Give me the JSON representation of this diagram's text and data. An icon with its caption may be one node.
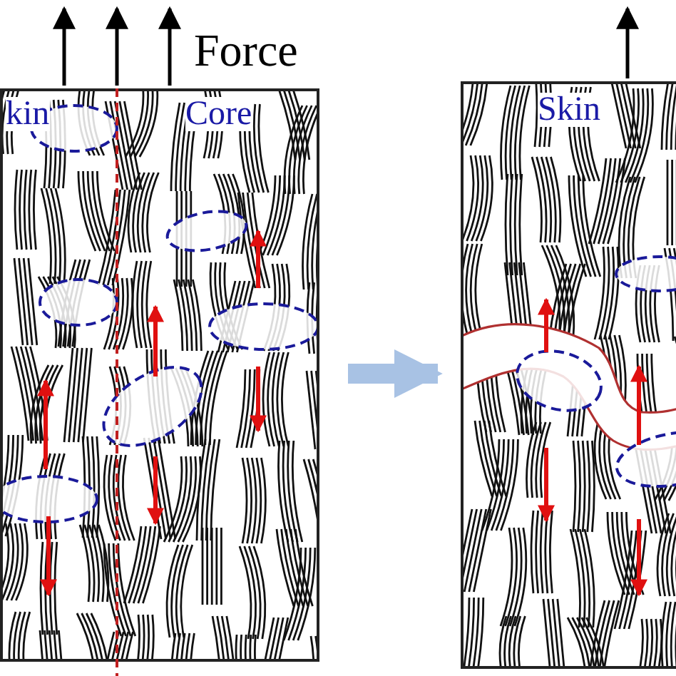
{
  "diagram": {
    "nodes": [
      {
        "text": [
          "kin",
          "Core"
        ]
      },
      {
        "text": [
          "Skin"
        ]
      }
    ],
    "edges": [
      {
        "from": 0,
        "to": 1,
        "arrow": "to"
      }
    ],
    "labels": [
      "Force"
    ]
  }
}
